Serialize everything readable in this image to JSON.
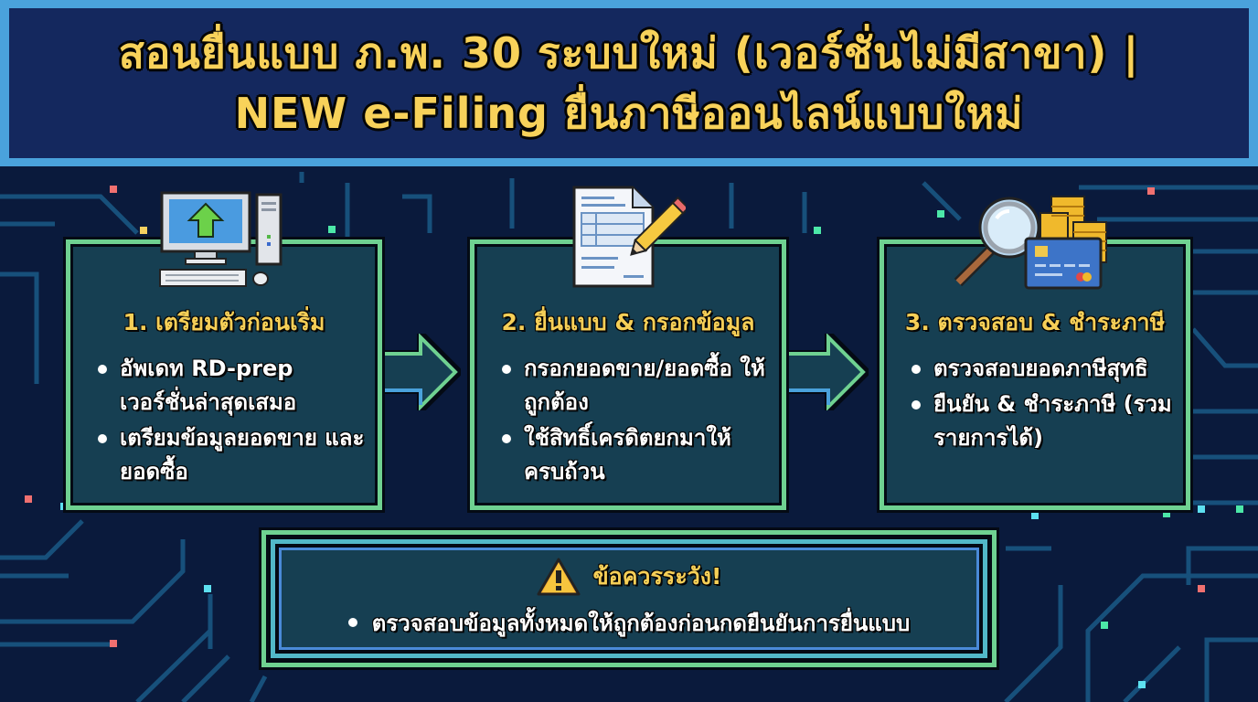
{
  "header": {
    "title_line_1": "สอนยื่นแบบ ภ.พ. 30 ระบบใหม่ (เวอร์ชั่นไม่มีสาขา) |",
    "title_line_2": "NEW e-Filing ยื่นภาษีออนไลน์แบบใหม่"
  },
  "steps": [
    {
      "icon": "computer-upload-icon",
      "title": "1. เตรียมตัวก่อนเริ่ม",
      "bullets": [
        "อัพเดท RD-prep เวอร์ชั่นล่าสุดเสมอ",
        "เตรียมข้อมูลยอดขาย และยอดซื้อ"
      ]
    },
    {
      "icon": "document-pencil-icon",
      "title": "2. ยื่นแบบ & กรอกข้อมูล",
      "bullets": [
        "กรอกยอดขาย/ยอดซื้อ ให้ถูกต้อง",
        "ใช้สิทธิ์เครดิตยกมาให้ ครบถ้วน"
      ]
    },
    {
      "icon": "magnifier-coins-card-icon",
      "title": "3. ตรวจสอบ & ชำระภาษี",
      "bullets": [
        "ตรวจสอบยอดภาษีสุทธิ",
        "ยืนยัน & ชำระภาษี (รวมรายการได้)"
      ]
    }
  ],
  "warning": {
    "icon": "warning-triangle-icon",
    "title": "ข้อควรระวัง!",
    "bullets": [
      "ตรวจสอบข้อมูลทั้งหมดให้ถูกต้องก่อนกดยืนยันการยื่นแบบ"
    ]
  },
  "colors": {
    "background": "#0a1a3c",
    "title_bar_border": "#4aa2dc",
    "title_bar_fill": "#14285e",
    "title_text": "#f8d25a",
    "card_fill": "#163f52",
    "card_border": "#6fd191",
    "step_title": "#f6cf57",
    "body_text": "#ffffff"
  }
}
